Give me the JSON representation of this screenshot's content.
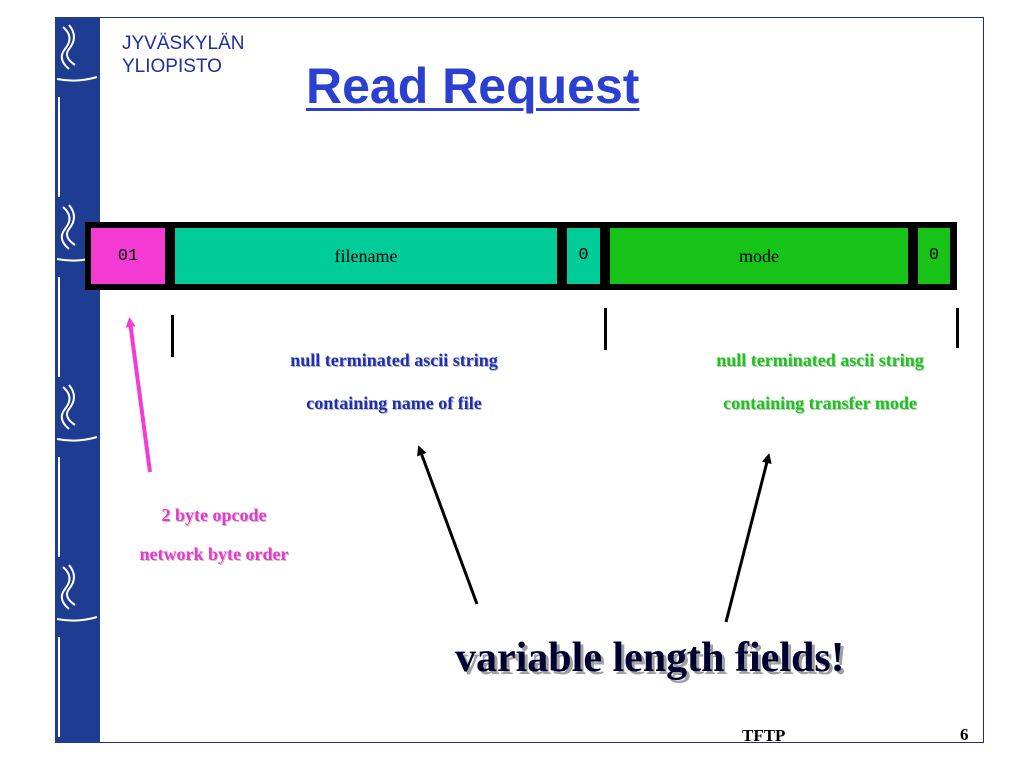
{
  "header": {
    "university_line1": "JYVÄSKYLÄN",
    "university_line2": "YLIOPISTO",
    "title": "Read Request"
  },
  "packet": {
    "opcode": "01",
    "filename": "filename",
    "zero1": "0",
    "mode": "mode",
    "zero2": "0"
  },
  "annotations": {
    "filename_line1": "null terminated ascii string",
    "filename_line2": "containing name of file",
    "mode_line1": "null terminated ascii string",
    "mode_line2": "containing transfer mode",
    "opcode_line1": "2 byte opcode",
    "opcode_line2": "network byte order",
    "variable": "variable length fields!"
  },
  "footer": {
    "topic": "TFTP",
    "page_number": "6"
  },
  "colors": {
    "opcode": "#f43bd4",
    "filename": "#00cc99",
    "mode": "#17c317",
    "title": "#2b3fd1",
    "band": "#1f3c93"
  },
  "icons": {
    "side_band": "university-torch-logo-pattern"
  }
}
